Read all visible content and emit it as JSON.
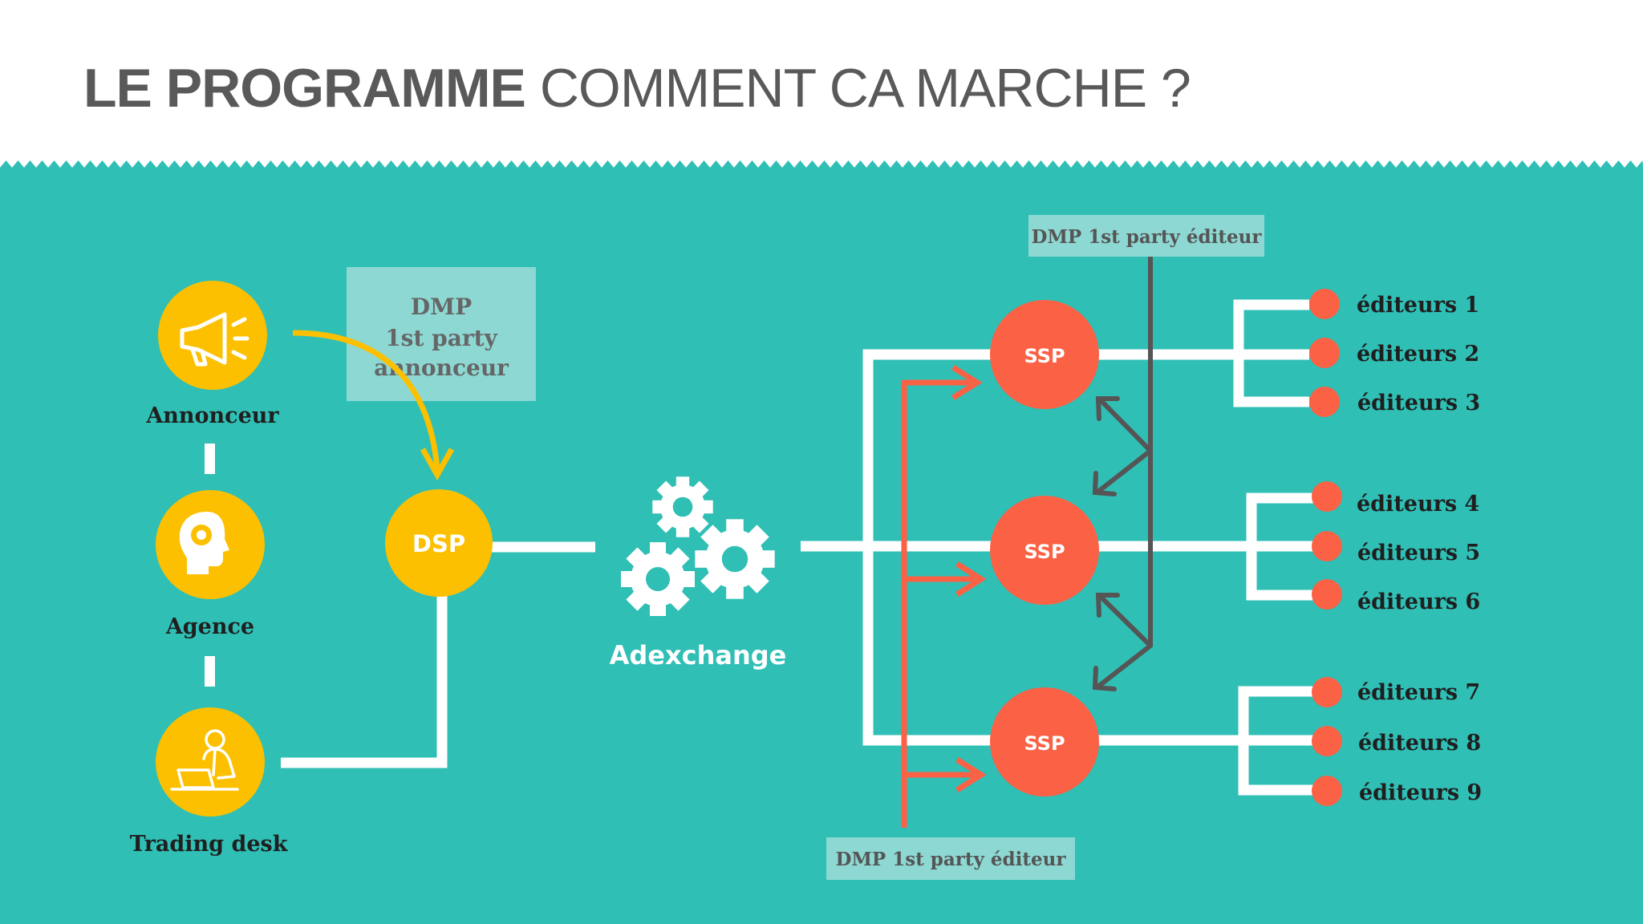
{
  "title": {
    "bold": "LE PROGRAMME",
    "light": "COMMENT CA MARCHE ?"
  },
  "colors": {
    "background": "#2fbfb5",
    "yellow": "#fcc000",
    "coral": "#fb6145",
    "white": "#ffffff",
    "gray_line": "#555555",
    "dmp_box": "#8dd8d3"
  },
  "actors": [
    {
      "label": "Annonceur",
      "icon": "megaphone-icon"
    },
    {
      "label": "Agence",
      "icon": "head-gear-icon"
    },
    {
      "label": "Trading desk",
      "icon": "trader-laptop-icon"
    }
  ],
  "dmp_advertiser": {
    "lines": [
      "DMP",
      "1st party",
      "annonceur"
    ]
  },
  "dsp": {
    "label": "DSP"
  },
  "adexchange": {
    "label": "Adexchange",
    "icon": "gears-icon"
  },
  "ssp": {
    "labels": [
      "SSP",
      "SSP",
      "SSP"
    ]
  },
  "dmp_publisher_top": {
    "label": "DMP 1st party éditeur"
  },
  "dmp_publisher_bottom": {
    "label": "DMP 1st party éditeur"
  },
  "publishers": [
    "éditeurs 1",
    "éditeurs 2",
    "éditeurs 3",
    "éditeurs 4",
    "éditeurs 5",
    "éditeurs 6",
    "éditeurs 7",
    "éditeurs 8",
    "éditeurs 9"
  ]
}
